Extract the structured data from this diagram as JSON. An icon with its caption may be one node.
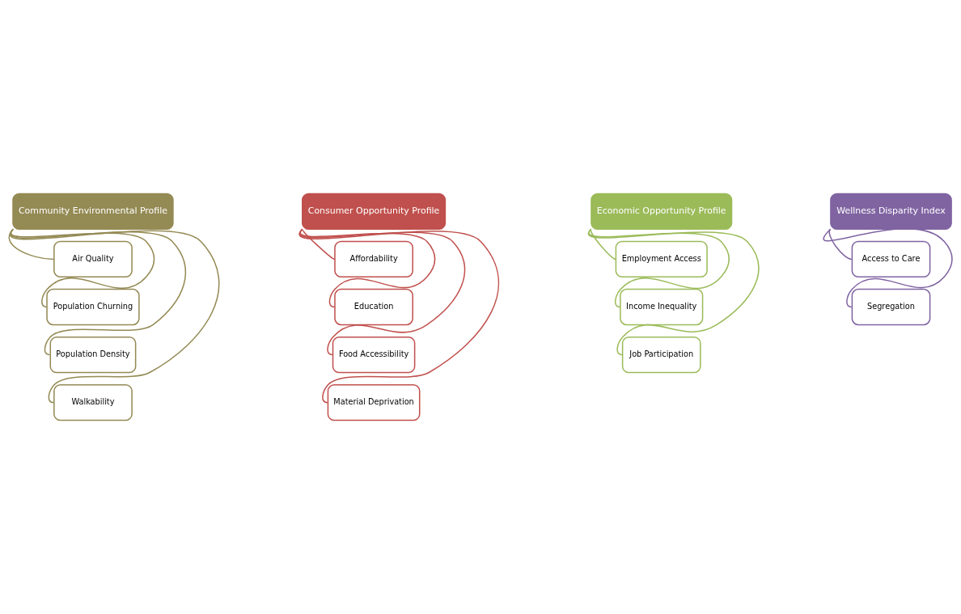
{
  "diagram": {
    "nodes": [
      {
        "text": [
          "Community Environmental Profile"
        ]
      },
      {
        "text": [
          "Air Quality"
        ]
      },
      {
        "text": [
          "Population Churning"
        ]
      },
      {
        "text": [
          "Population Density"
        ]
      },
      {
        "text": [
          "Walkability"
        ]
      },
      {
        "text": [
          "Consumer Opportunity Profile"
        ]
      },
      {
        "text": [
          "Affordability"
        ]
      },
      {
        "text": [
          "Education"
        ]
      },
      {
        "text": [
          "Food Accessibility"
        ]
      },
      {
        "text": [
          "Material Deprivation"
        ]
      },
      {
        "text": [
          "Economic Opportunity Profile"
        ]
      },
      {
        "text": [
          "Employment Access"
        ]
      },
      {
        "text": [
          "Income Inequality"
        ]
      },
      {
        "text": [
          "Job Participation"
        ]
      },
      {
        "text": [
          "Wellness Disparity Index"
        ]
      },
      {
        "text": [
          "Access to Care"
        ]
      },
      {
        "text": [
          "Segregation"
        ]
      }
    ],
    "edges": [
      {
        "from": 0,
        "to": 1,
        "arrow": "none",
        "color": "#948a54"
      },
      {
        "from": 0,
        "to": 2,
        "arrow": "none",
        "color": "#948a54"
      },
      {
        "from": 0,
        "to": 3,
        "arrow": "none",
        "color": "#948a54"
      },
      {
        "from": 0,
        "to": 4,
        "arrow": "none",
        "color": "#948a54"
      },
      {
        "from": 5,
        "to": 6,
        "arrow": "none",
        "color": "#c0504d"
      },
      {
        "from": 5,
        "to": 7,
        "arrow": "none",
        "color": "#c0504d"
      },
      {
        "from": 5,
        "to": 8,
        "arrow": "none",
        "color": "#c0504d"
      },
      {
        "from": 5,
        "to": 9,
        "arrow": "none",
        "color": "#c0504d"
      },
      {
        "from": 10,
        "to": 11,
        "arrow": "none",
        "color": "#9bbb59"
      },
      {
        "from": 10,
        "to": 12,
        "arrow": "none",
        "color": "#9bbb59"
      },
      {
        "from": 10,
        "to": 13,
        "arrow": "none",
        "color": "#9bbb59"
      },
      {
        "from": 14,
        "to": 15,
        "arrow": "none",
        "color": "#8064a2"
      },
      {
        "from": 14,
        "to": 16,
        "arrow": "none",
        "color": "#8064a2"
      }
    ]
  }
}
